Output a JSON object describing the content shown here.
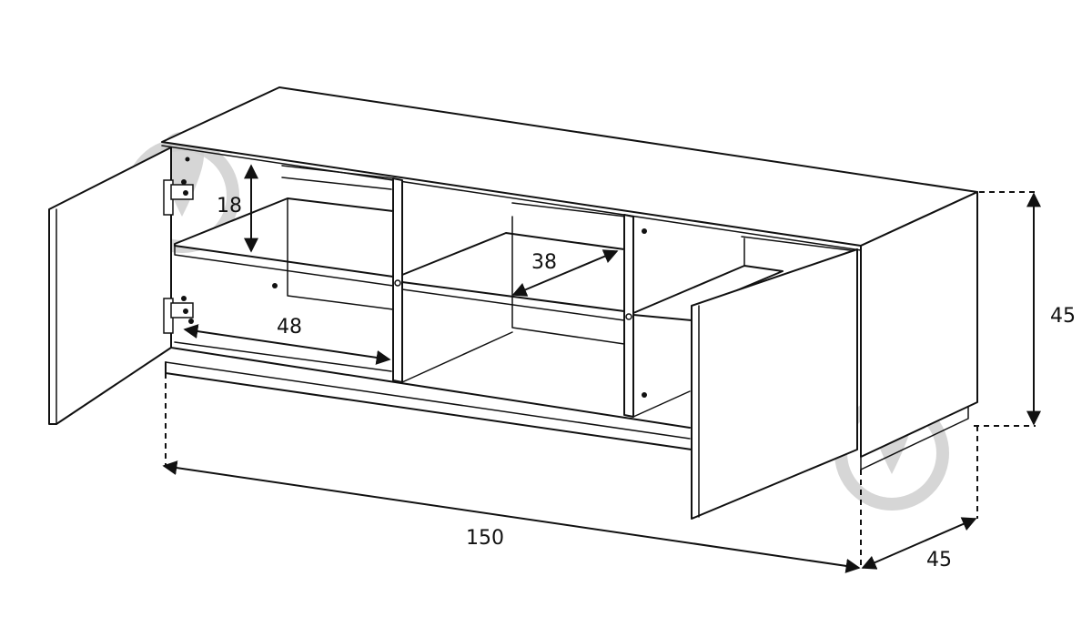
{
  "dimensions": {
    "inner_height": "18",
    "inner_depth": "38",
    "inner_width": "48",
    "total_width": "150",
    "total_height": "45",
    "total_depth": "45"
  },
  "colors": {
    "line": "#111111",
    "background": "#ffffff",
    "watermark": "#cfcfcf"
  },
  "icons": {
    "watermark": "location-pin-icon"
  }
}
